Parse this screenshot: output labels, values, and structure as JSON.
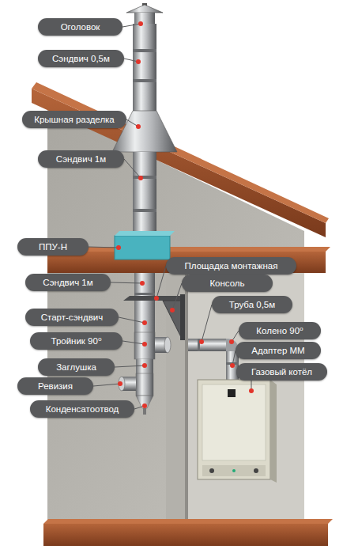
{
  "diagram": {
    "nodes": [
      {
        "text": [
          "Оголовок"
        ]
      },
      {
        "text": [
          "Сэндвич 0,5м"
        ]
      },
      {
        "text": [
          "Крышная разделка"
        ]
      },
      {
        "text": [
          "Сэндвич 1м"
        ]
      },
      {
        "text": [
          "ППУ-Н"
        ]
      },
      {
        "text": [
          "Площадка монтажная"
        ]
      },
      {
        "text": [
          "Сэндвич 1м"
        ]
      },
      {
        "text": [
          "Консоль"
        ]
      },
      {
        "text": [
          "Труба 0,5м"
        ]
      },
      {
        "text": [
          "Старт-сэндвич"
        ]
      },
      {
        "text": [
          "Колено 90⁰"
        ]
      },
      {
        "text": [
          "Тройник 90⁰"
        ]
      },
      {
        "text": [
          "Адаптер ММ"
        ]
      },
      {
        "text": [
          "Газовый котёл"
        ]
      },
      {
        "text": [
          "Заглушка"
        ]
      },
      {
        "text": [
          "Ревизия"
        ]
      },
      {
        "text": [
          "Конденсатоотвод"
        ]
      }
    ]
  }
}
